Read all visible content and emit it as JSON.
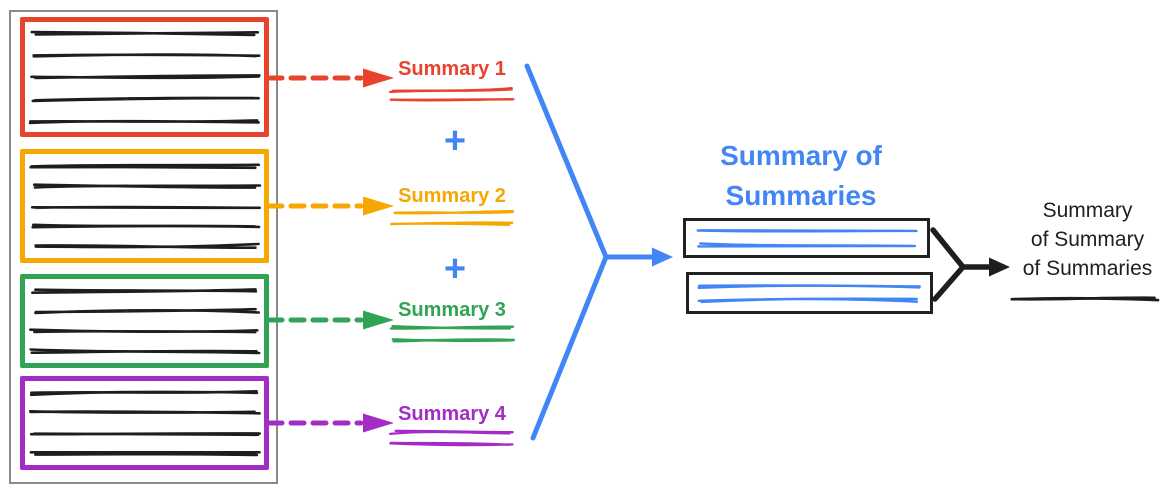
{
  "palette": {
    "red": "#E8432D",
    "yellow": "#F6A700",
    "green": "#30A452",
    "purple": "#A32CC4",
    "blue": "#4285F4",
    "ink": "#1E1E1E",
    "frame_gray": "#8A8A8A"
  },
  "plus_sign": "+",
  "summaries": [
    {
      "label": "Summary 1",
      "color": "#E8432D"
    },
    {
      "label": "Summary 2",
      "color": "#F6A700"
    },
    {
      "label": "Summary 3",
      "color": "#30A452"
    },
    {
      "label": "Summary 4",
      "color": "#A32CC4"
    }
  ],
  "combined": {
    "title_lines": [
      "Summary of",
      "Summaries"
    ]
  },
  "final": {
    "lines": [
      "Summary",
      "of Summary",
      "of Summaries"
    ]
  }
}
